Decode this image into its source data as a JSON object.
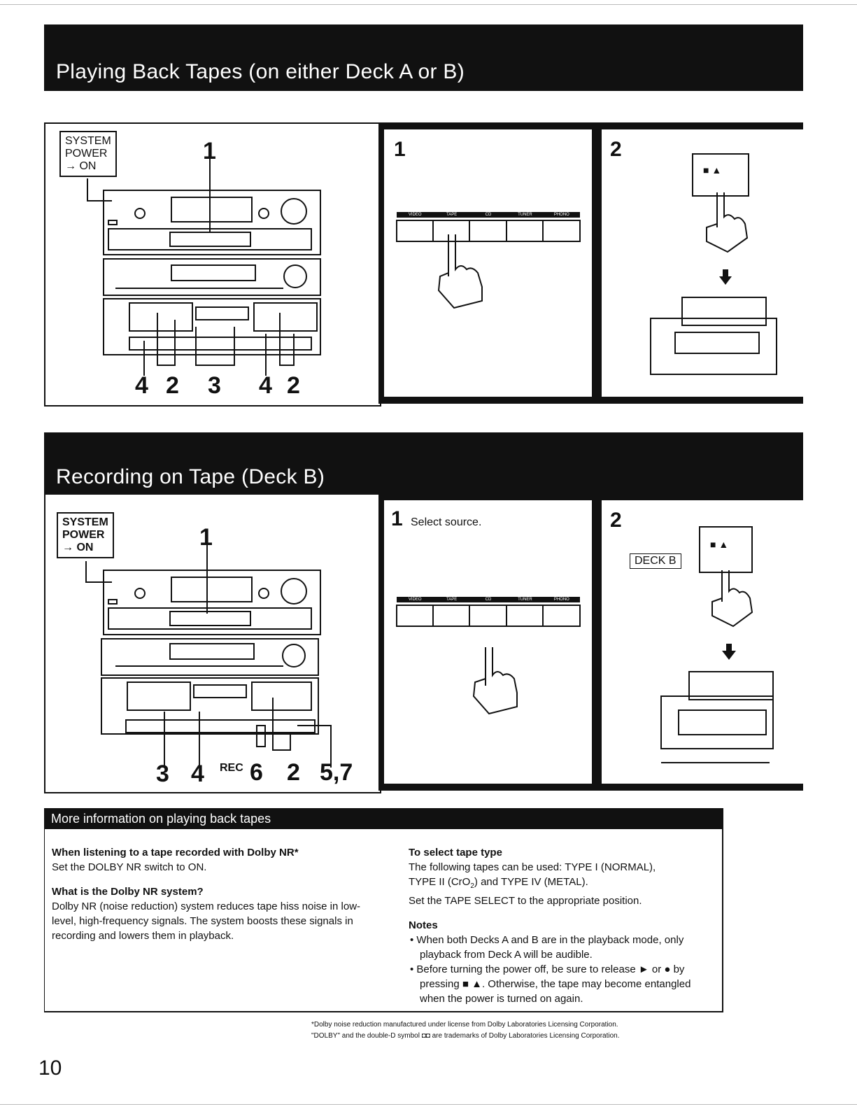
{
  "section1": {
    "title": "Playing Back Tapes (on either Deck A or B)",
    "system_power": [
      "SYSTEM",
      "POWER",
      "→ ON"
    ],
    "callout_top": "1",
    "callouts_bottom": [
      "4",
      "2",
      "3",
      "4",
      "2"
    ],
    "step1_number": "1",
    "step2_number": "2",
    "selector_labels": [
      "VIDEO",
      "TAPE",
      "CD",
      "TUNER",
      "PHONO"
    ],
    "eject_symbol": "■ ▲"
  },
  "section2": {
    "title": "Recording on Tape (Deck B)",
    "system_power": [
      "SYSTEM",
      "POWER",
      "→ ON"
    ],
    "callout_top": "1",
    "callouts_bottom": [
      "3",
      "4",
      "6",
      "2",
      "5,7"
    ],
    "rec_label": "REC",
    "step1_number": "1",
    "step1_text": "Select source.",
    "step2_number": "2",
    "deck_b_label": "DECK B",
    "selector_labels": [
      "VIDEO",
      "TAPE",
      "CD",
      "TUNER",
      "PHONO"
    ],
    "eject_symbol": "■ ▲"
  },
  "info": {
    "bar_title": "More information on playing back tapes",
    "left": {
      "h1": "When listening to a tape recorded with Dolby NR*",
      "p1": "Set the DOLBY NR switch to ON.",
      "h2": "What is the Dolby NR system?",
      "p2": "Dolby NR (noise reduction) system reduces tape hiss noise in low-level, high-frequency signals. The system boosts these signals in recording and lowers them in playback."
    },
    "right": {
      "h1": "To select tape type",
      "p1a": "The following tapes can be used: TYPE I (NORMAL),",
      "p1b": "TYPE II (CrO",
      "p1b_sub": "2",
      "p1c": ") and TYPE IV (METAL).",
      "p1d": "Set the TAPE SELECT to the appropriate position.",
      "notes_title": "Notes",
      "note1": "When both Decks A and B are in the playback mode, only playback from Deck A will be audible.",
      "note2": "Before turning the power off, be sure to release ► or ● by pressing ■ ▲. Otherwise, the tape may become entangled when the power is turned on again."
    }
  },
  "footnotes": [
    "*Dolby noise reduction manufactured under license from Dolby Laboratories Licensing Corporation.",
    "\"DOLBY\" and the double-D symbol ◘◘ are trademarks of Dolby Laboratories Licensing Corporation."
  ],
  "page_number": "10"
}
